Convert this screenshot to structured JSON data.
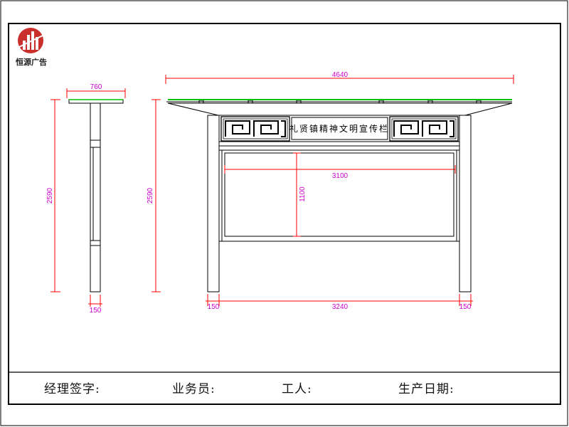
{
  "brand": {
    "name": "恒源广告",
    "logo_color": "#c9302c"
  },
  "board_title": "礼贤镇精神文明宣传栏",
  "dimensions": {
    "side_width": "760",
    "side_height": "2590",
    "side_post": "150",
    "total_width": "4640",
    "front_height": "2590",
    "panel_width": "3100",
    "panel_height": "1100",
    "post_left": "150",
    "span": "3240",
    "post_right": "150"
  },
  "footer": {
    "manager_sign": "经理签字:",
    "salesperson": "业务员:",
    "worker": "工人:",
    "production_date": "生产日期:"
  },
  "colors": {
    "dimension_line": "#ff0000",
    "dimension_text": "#cc00cc",
    "roof_accent": "#00c000",
    "outline": "#000000"
  }
}
